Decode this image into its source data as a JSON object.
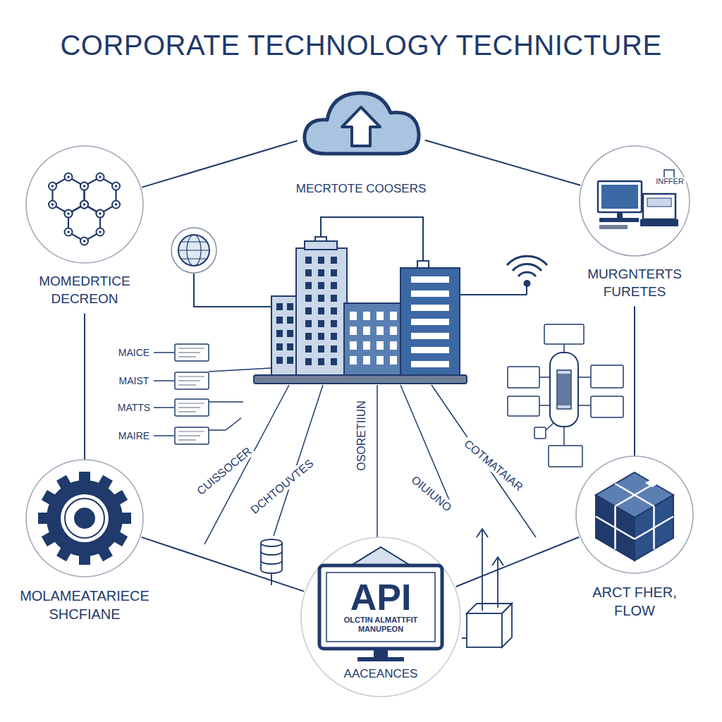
{
  "diagram": {
    "title": "CORPORATE TECHNOLOGY TECHNICTURE",
    "nodes": [
      {
        "text": [
          "MECRTOTE COOSERS"
        ]
      },
      {
        "text": [
          "MOMEDRTICE DECREON"
        ]
      },
      {
        "text": [
          "MURGNTERTS FURETES"
        ]
      },
      {
        "text": [
          "MOLAMEATARIECE SHCFIANE"
        ]
      },
      {
        "text": [
          "API",
          "OLCTIN ALMATTFIT MANUPEON",
          "AACEANCES"
        ]
      },
      {
        "text": [
          "ARCT FHER, FLOW"
        ]
      }
    ],
    "edges": [
      {
        "from": 0,
        "to": 1,
        "arrow": "none"
      },
      {
        "from": 0,
        "to": 2,
        "arrow": "none"
      },
      {
        "from": 1,
        "to": 3,
        "arrow": "none"
      },
      {
        "from": 2,
        "to": 5,
        "arrow": "none"
      },
      {
        "from": 3,
        "to": 4,
        "arrow": "none"
      },
      {
        "from": 5,
        "to": 4,
        "arrow": "none"
      }
    ],
    "labels": [
      "INFFER",
      "MAICE",
      "MAIST",
      "MATTS",
      "MAIRE",
      "CUISSOCER",
      "DCHTOUVTES",
      "OSORETIIUN",
      "OIUIUNO",
      "COTMATAIAR"
    ]
  }
}
